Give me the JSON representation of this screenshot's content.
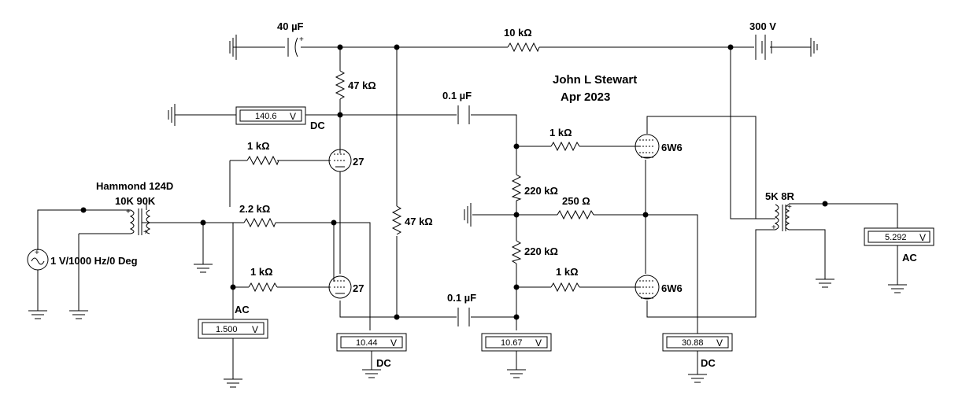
{
  "author": {
    "name": "John L Stewart",
    "date": "Apr 2023"
  },
  "source": {
    "label": "1 V/1000 Hz/0 Deg"
  },
  "input_transformer": {
    "name": "Hammond 124D",
    "ratio": "10K 90K"
  },
  "output_transformer": {
    "ratio": "5K 8R"
  },
  "battery": {
    "label": "300 V"
  },
  "components": {
    "c_supply": "40 µF",
    "r_supply": "10 kΩ",
    "r_plate": "47 kΩ",
    "c_couple_top": "0.1 µF",
    "c_couple_bottom": "0.1 µF",
    "r_grid_top_driver": "1 kΩ",
    "r_grid_bottom_driver": "1 kΩ",
    "r_cathode": "2.2 kΩ",
    "r_cathode_load": "47 kΩ",
    "r_grid_top_output": "1 kΩ",
    "r_grid_bottom_output": "1 kΩ",
    "r_gridleak_top": "220 kΩ",
    "r_gridleak_bottom": "220 kΩ",
    "r_bias": "250 Ω"
  },
  "tubes": {
    "driver_top": "27",
    "driver_bottom": "27",
    "output_top": "6W6",
    "output_bottom": "6W6"
  },
  "meters": {
    "plate": {
      "value": "140.6",
      "unit": "V",
      "mode": "DC"
    },
    "input": {
      "value": "1.500",
      "unit": "V",
      "mode": "AC"
    },
    "cathode": {
      "value": "10.44",
      "unit": "V",
      "mode": "DC"
    },
    "bias": {
      "value": "10.67",
      "unit": "V"
    },
    "output_cathode": {
      "value": "30.88",
      "unit": "V",
      "mode": "DC"
    },
    "speaker": {
      "value": "5.292",
      "unit": "V",
      "mode": "AC"
    }
  },
  "signs": {
    "plus": "+",
    "minus": "-"
  }
}
